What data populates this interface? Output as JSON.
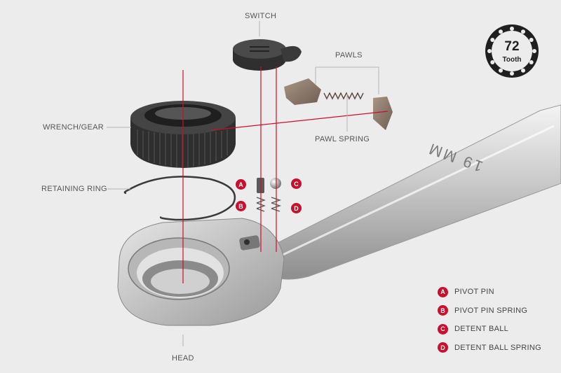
{
  "labels": {
    "switch": "SWITCH",
    "pawls": "PAWLS",
    "pawl_spring": "PAWL SPRING",
    "wrench_gear": "WRENCH/GEAR",
    "retaining_ring": "RETAINING RING",
    "head": "HEAD"
  },
  "badge": {
    "number": "72",
    "text": "Tooth"
  },
  "markers": [
    "A",
    "B",
    "C",
    "D"
  ],
  "legend": [
    {
      "letter": "A",
      "text": "PIVOT PIN"
    },
    {
      "letter": "B",
      "text": "PIVOT PIN SPRING"
    },
    {
      "letter": "C",
      "text": "DETENT BALL"
    },
    {
      "letter": "D",
      "text": "DETENT BALL SPRING"
    }
  ],
  "wrench_size_text": "19 MM",
  "colors": {
    "accent": "#c8102e",
    "background": "#ececec"
  }
}
